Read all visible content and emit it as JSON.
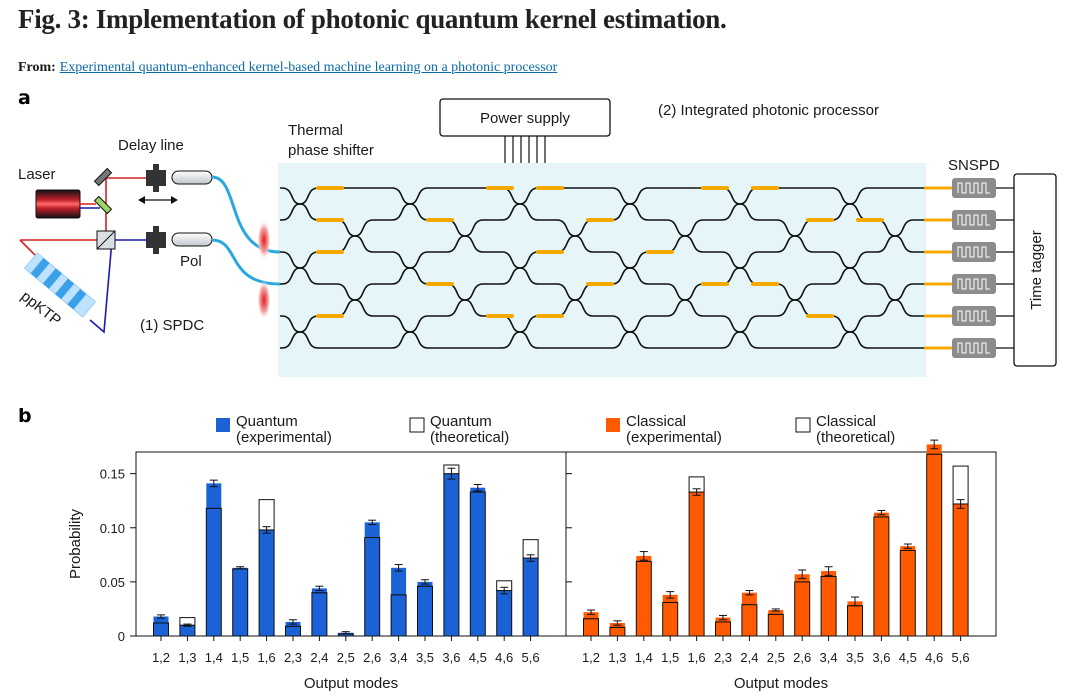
{
  "header": {
    "title": "Fig. 3: Implementation of photonic quantum kernel estimation.",
    "from_label": "From:",
    "from_link": "Experimental quantum-enhanced kernel-based machine learning on a photonic processor"
  },
  "panel_a": {
    "letter": "a",
    "labels": {
      "laser": "Laser",
      "delay_line": "Delay line",
      "pol": "Pol",
      "ppktp": "ppKTP",
      "spdc": "(1) SPDC",
      "thermal_1": "Thermal",
      "thermal_2": "phase shifter",
      "power_supply": "Power supply",
      "processor": "(2) Integrated photonic processor",
      "snspd": "SNSPD",
      "time_tagger": "Time tagger"
    },
    "colors": {
      "chip": "#e6f6f8",
      "waveguide": "#111111",
      "heater": "#f5a800",
      "fiber": "#29a8e0",
      "pump": "#d62020",
      "idler": "#1a1ab0",
      "detector": "#8c8c8c"
    }
  },
  "panel_b": {
    "letter": "b",
    "legend": {
      "q_exp_1": "Quantum",
      "q_exp_2": "(experimental)",
      "q_th_1": "Quantum",
      "q_th_2": "(theoretical)",
      "c_exp_1": "Classical",
      "c_exp_2": "(experimental)",
      "c_th_1": "Classical",
      "c_th_2": "(theoretical)"
    }
  },
  "chart_data": [
    {
      "type": "bar",
      "panel": "left",
      "ylabel": "Probability",
      "xlabel": "Output modes",
      "ylim": [
        0,
        0.17
      ],
      "yticks": [
        "0",
        "0.05",
        "0.10",
        "0.15"
      ],
      "ytick_values": [
        0,
        0.05,
        0.1,
        0.15
      ],
      "categories": [
        "1,2",
        "1,3",
        "1,4",
        "1,5",
        "1,6",
        "2,3",
        "2,4",
        "2,5",
        "2,6",
        "3,4",
        "3,5",
        "3,6",
        "4,5",
        "4,6",
        "5,6"
      ],
      "series": [
        {
          "name": "Quantum (experimental)",
          "color": "#1a62d6",
          "values": [
            0.018,
            0.01,
            0.141,
            0.063,
            0.098,
            0.013,
            0.044,
            0.003,
            0.105,
            0.063,
            0.05,
            0.15,
            0.137,
            0.042,
            0.072
          ],
          "errors": [
            0.0015,
            0.001,
            0.003,
            0.001,
            0.003,
            0.002,
            0.002,
            0.001,
            0.002,
            0.003,
            0.002,
            0.005,
            0.003,
            0.003,
            0.003
          ]
        },
        {
          "name": "Quantum (theoretical)",
          "color": "#ffffff",
          "values": [
            0.012,
            0.017,
            0.118,
            0.062,
            0.126,
            0.009,
            0.04,
            0.002,
            0.091,
            0.038,
            0.046,
            0.158,
            0.133,
            0.051,
            0.089
          ]
        }
      ]
    },
    {
      "type": "bar",
      "panel": "right",
      "xlabel": "Output modes",
      "ylim": [
        0,
        0.17
      ],
      "categories": [
        "1,2",
        "1,3",
        "1,4",
        "1,5",
        "1,6",
        "2,3",
        "2,4",
        "2,5",
        "2,6",
        "3,4",
        "3,5",
        "3,6",
        "4,5",
        "4,6",
        "5,6"
      ],
      "series": [
        {
          "name": "Classical (experimental)",
          "color": "#ff5a00",
          "values": [
            0.022,
            0.012,
            0.074,
            0.038,
            0.133,
            0.017,
            0.04,
            0.024,
            0.057,
            0.06,
            0.032,
            0.114,
            0.083,
            0.177,
            0.122
          ],
          "errors": [
            0.002,
            0.002,
            0.004,
            0.003,
            0.003,
            0.002,
            0.002,
            0.001,
            0.004,
            0.004,
            0.004,
            0.002,
            0.002,
            0.004,
            0.004
          ]
        },
        {
          "name": "Classical (theoretical)",
          "color": "#ffffff",
          "values": [
            0.016,
            0.008,
            0.069,
            0.031,
            0.147,
            0.013,
            0.029,
            0.02,
            0.05,
            0.055,
            0.028,
            0.11,
            0.079,
            0.168,
            0.157
          ]
        }
      ]
    }
  ]
}
